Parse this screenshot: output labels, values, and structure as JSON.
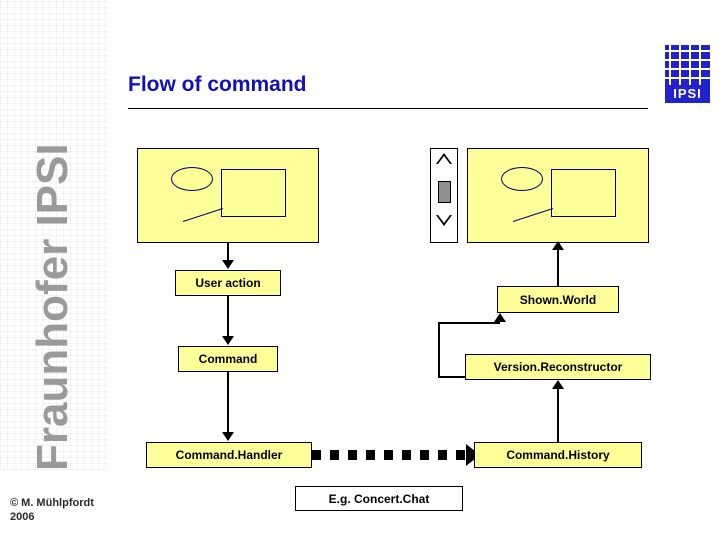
{
  "slide": {
    "title": "Flow of command",
    "vertical_brand": "Fraunhofer IPSI",
    "footer_line1": "© M. Mühlpfordt",
    "footer_line2": "2006",
    "logo_text": "IPSI",
    "accent_color": "#1111bb",
    "box_fill_color": "#ffff99"
  },
  "flow": {
    "boxes": [
      {
        "id": "user-action",
        "label": "User action"
      },
      {
        "id": "command",
        "label": "Command"
      },
      {
        "id": "command-handler",
        "label": "Command.Handler"
      },
      {
        "id": "shown-world",
        "label": "Shown.World"
      },
      {
        "id": "version-reconstructor",
        "label": "Version.Reconstructor"
      },
      {
        "id": "command-history",
        "label": "Command.History"
      },
      {
        "id": "example",
        "label": "E.g. Concert.Chat"
      }
    ]
  },
  "icons": {
    "scroll_up": "triangle-up-icon",
    "scroll_down": "triangle-down-icon",
    "scroll_thumb": "scrollbar-thumb"
  }
}
